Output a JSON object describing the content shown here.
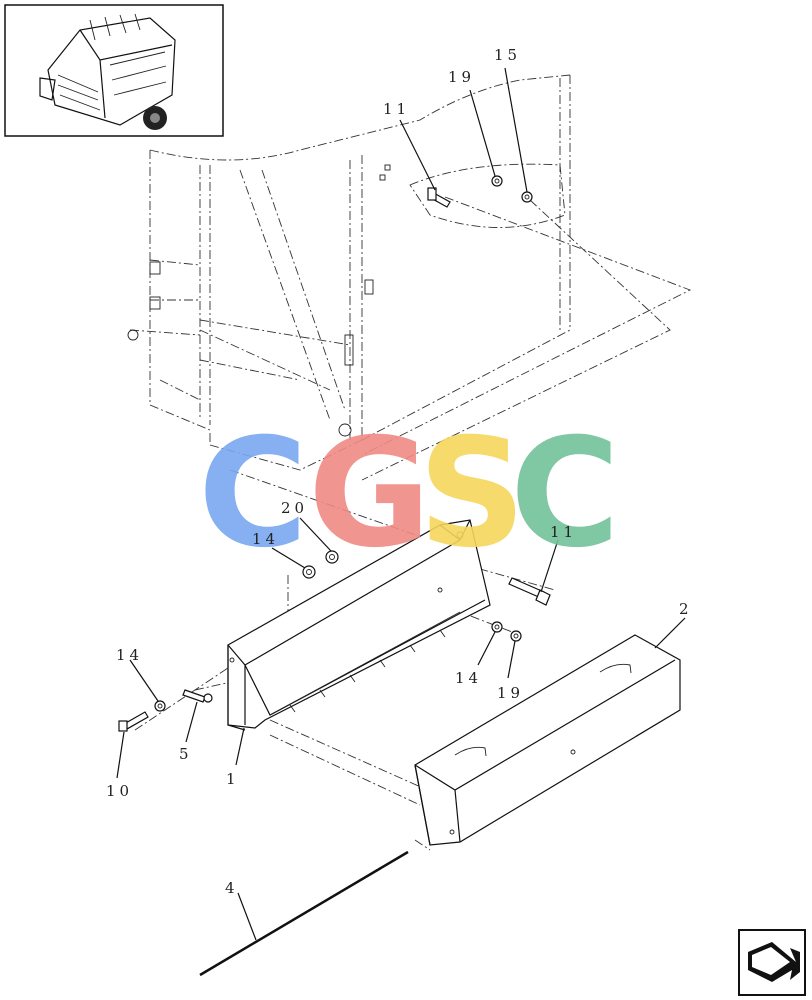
{
  "callouts": {
    "c11_top": "11",
    "c19_top": "19",
    "c15": "15",
    "c20": "20",
    "c14_upper": "14",
    "c11_mid": "11",
    "c2": "2",
    "c14_left": "14",
    "c14_right": "14",
    "c19_bottom": "19",
    "c5": "5",
    "c10": "10",
    "c1": "1",
    "c4": "4"
  },
  "watermark": {
    "letters": [
      "C",
      "G",
      "S",
      "C"
    ],
    "colors": [
      "#7aa8f0",
      "#f08a84",
      "#f6d65c",
      "#73c29a"
    ]
  },
  "icons": {
    "thumbnail": "round-baler-thumbnail-icon",
    "nav": "next-page-arrow-icon"
  }
}
